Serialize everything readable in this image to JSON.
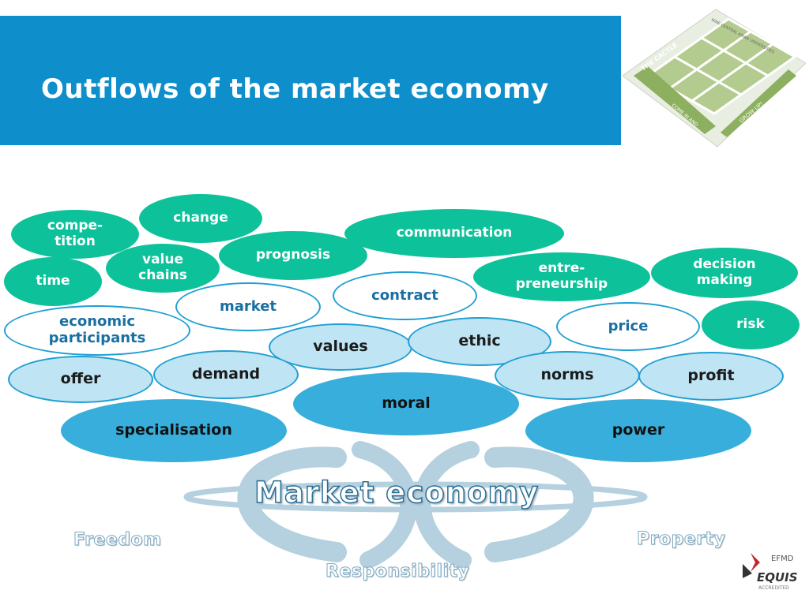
{
  "title": "Outflows of the market economy",
  "logo": {
    "top_text": "NINE CENTRAL ASIAN UNIVERSITIES",
    "left_text": "THE CACTLE",
    "bottom_left": "COME IN AND",
    "bottom_right": "GROW UP!"
  },
  "blobs": {
    "competition": "compe-\ntition",
    "change": "change",
    "communication": "communication",
    "value_chains": "value\nchains",
    "prognosis": "prognosis",
    "time": "time",
    "entrepreneurship": "entre-\npreneurship",
    "decision_making": "decision\nmaking",
    "market": "market",
    "contract": "contract",
    "economic_participants": "economic\nparticipants",
    "price": "price",
    "risk": "risk",
    "values": "values",
    "ethic": "ethic",
    "offer": "offer",
    "demand": "demand",
    "norms": "norms",
    "profit": "profit",
    "moral": "moral",
    "specialisation": "specialisation",
    "power": "power"
  },
  "base": {
    "market_economy": "Market economy",
    "freedom": "Freedom",
    "property": "Property",
    "responsibility": "Responsibility"
  },
  "accreditation": {
    "efmd": "EFMD",
    "equis": "EQUIS",
    "sub": "ACCREDITED"
  },
  "colors": {
    "banner": "#0e8fcb",
    "green": "#0dc29a",
    "blue": "#1f9fd3",
    "dark_blue": "#37aedb"
  }
}
